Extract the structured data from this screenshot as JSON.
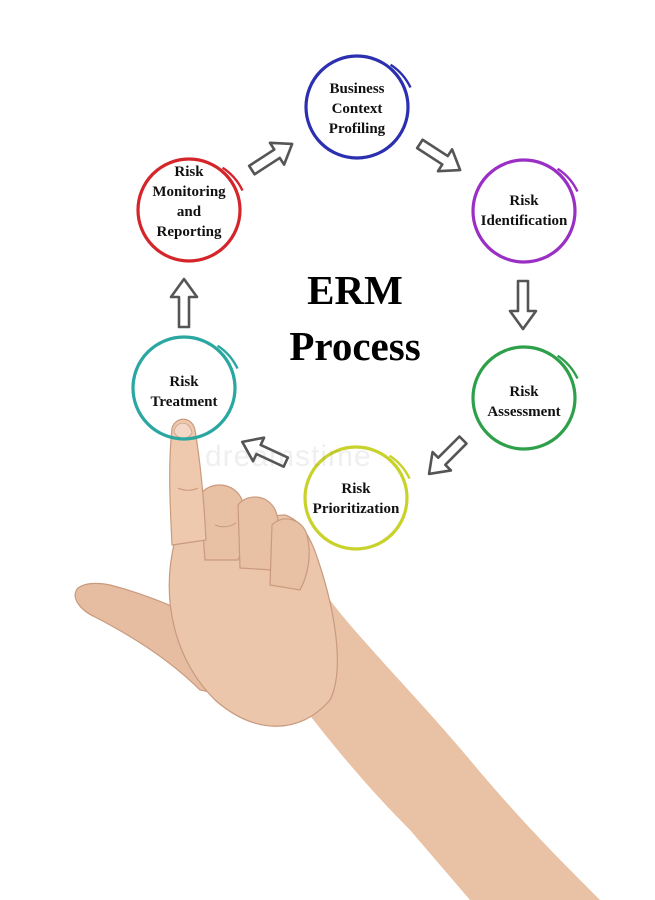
{
  "title": {
    "line1": "ERM",
    "line2": "Process"
  },
  "watermark": "dreamstime",
  "colors": {
    "business": "#2b2fb0",
    "identification": "#9a2fc4",
    "assessment": "#2ea04a",
    "prioritization": "#c8d22a",
    "treatment": "#2aa7a0",
    "monitoring": "#d4252b",
    "arrow_stroke": "#555555"
  },
  "nodes": [
    {
      "id": "business-context-profiling",
      "label": "Business\nContext\nProfiling",
      "color": "#2b2fb0"
    },
    {
      "id": "risk-identification",
      "label": "Risk\nIdentification",
      "color": "#9a2fc4"
    },
    {
      "id": "risk-assessment",
      "label": "Risk\nAssessment",
      "color": "#2ea04a"
    },
    {
      "id": "risk-prioritization",
      "label": "Risk\nPrioritization",
      "color": "#c8d22a"
    },
    {
      "id": "risk-treatment",
      "label": "Risk\nTreatment",
      "color": "#2aa7a0"
    },
    {
      "id": "risk-monitoring-and-reporting",
      "label": "Risk\nMonitoring\nand\nReporting",
      "color": "#d4252b"
    }
  ]
}
